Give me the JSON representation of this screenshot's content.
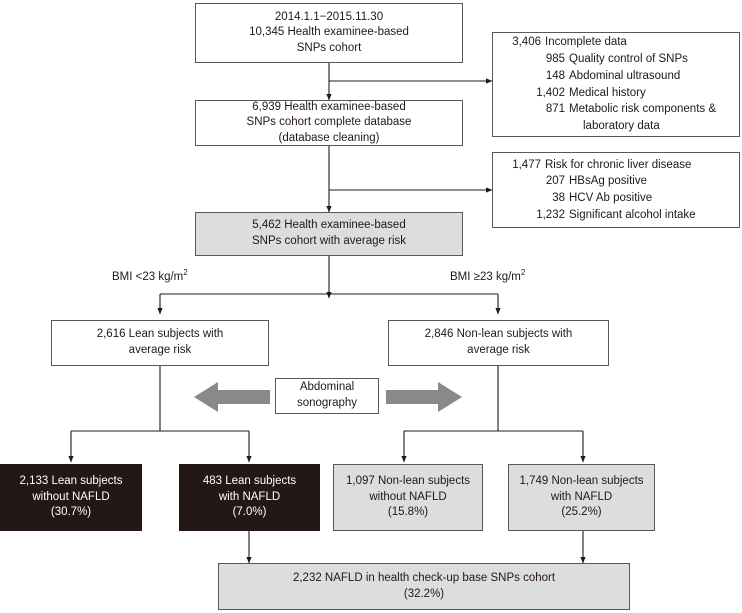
{
  "colors": {
    "dark_box": "#231815",
    "gray_box": "#dcdddd",
    "line": "#595757",
    "arrow_block": "#888888",
    "text": "#231815",
    "text_inverse": "#ffffff",
    "background": "#ffffff"
  },
  "chart_data": {
    "type": "diagram",
    "title": "Study population flow diagram",
    "nodes": [
      {
        "id": "cohort",
        "label": "2014.1.1−2015.11.30 / 10,345 Health examinee-based SNPs cohort",
        "count": 10345,
        "style": "white"
      },
      {
        "id": "complete",
        "label": "6,939 Health examinee-based SNPs cohort complete database (database cleaning)",
        "count": 6939,
        "style": "white"
      },
      {
        "id": "average",
        "label": "5,462 Health examinee-based SNPs cohort with average risk",
        "count": 5462,
        "style": "gray"
      },
      {
        "id": "lean",
        "label": "2,616 Lean subjects with average risk",
        "count": 2616,
        "style": "white"
      },
      {
        "id": "nonlean",
        "label": "2,846 Non-lean subjects with average risk",
        "count": 2846,
        "style": "white"
      },
      {
        "id": "lean_no_nafld",
        "label": "2,133 Lean subjects without NAFLD (30.7%)",
        "count": 2133,
        "percent": 30.7,
        "style": "dark"
      },
      {
        "id": "lean_nafld",
        "label": "483 Lean subjects with NAFLD (7.0%)",
        "count": 483,
        "percent": 7.0,
        "style": "dark"
      },
      {
        "id": "nonlean_no_nafld",
        "label": "1,097 Non-lean subjects without NAFLD (15.8%)",
        "count": 1097,
        "percent": 15.8,
        "style": "gray"
      },
      {
        "id": "nonlean_nafld",
        "label": "1,749 Non-lean subjects with NAFLD (25.2%)",
        "count": 1749,
        "percent": 25.2,
        "style": "gray"
      },
      {
        "id": "total_nafld",
        "label": "2,232 NAFLD in health check-up base SNPs cohort (32.2%)",
        "count": 2232,
        "percent": 32.2,
        "style": "gray"
      }
    ],
    "exclusions": [
      {
        "total": 3406,
        "reason": "Incomplete data",
        "items": [
          {
            "n": 985,
            "reason": "Quality control of SNPs"
          },
          {
            "n": 148,
            "reason": "Abdominal ultrasound"
          },
          {
            "n": 1402,
            "reason": "Medical history"
          },
          {
            "n": 871,
            "reason": "Metabolic risk components & laboratory data"
          }
        ]
      },
      {
        "total": 1477,
        "reason": "Risk for chronic liver disease",
        "items": [
          {
            "n": 207,
            "reason": "HBsAg positive"
          },
          {
            "n": 38,
            "reason": "HCV Ab positive"
          },
          {
            "n": 1232,
            "reason": "Significant alcohol intake"
          }
        ]
      }
    ],
    "split_criteria": [
      "BMI <23 kg/m2",
      "BMI ≥23 kg/m2"
    ],
    "method_label": "Abdominal sonography"
  },
  "nodes": {
    "cohort": {
      "line1": "2014.1.1−2015.11.30",
      "line2": "10,345 Health examinee-based",
      "line3": "SNPs cohort"
    },
    "complete": {
      "line1": "6,939 Health examinee-based",
      "line2": "SNPs cohort complete database",
      "line3": "(database cleaning)"
    },
    "average": {
      "line1": "5,462 Health examinee-based",
      "line2": "SNPs cohort with average risk"
    },
    "lean": {
      "line1": "2,616 Lean subjects with",
      "line2": "average risk"
    },
    "nonlean": {
      "line1": "2,846 Non-lean subjects with",
      "line2": "average risk"
    },
    "sonography": {
      "line1": "Abdominal",
      "line2": "sonography"
    },
    "lean_no_nafld": {
      "line1": "2,133 Lean subjects",
      "line2": "without NAFLD",
      "line3": "(30.7%)"
    },
    "lean_nafld": {
      "line1": "483 Lean subjects",
      "line2": "with NAFLD",
      "line3": "(7.0%)"
    },
    "nonlean_no_nafld": {
      "line1": "1,097 Non-lean subjects",
      "line2": "without NAFLD",
      "line3": "(15.8%)"
    },
    "nonlean_nafld": {
      "line1": "1,749 Non-lean subjects",
      "line2": "with NAFLD",
      "line3": "(25.2%)"
    },
    "total_nafld": {
      "line1": "2,232 NAFLD in health check-up base SNPs cohort",
      "line2": "(32.2%)"
    }
  },
  "exclusion1": {
    "r0_num": "3,406",
    "r0_txt": "Incomplete data",
    "r1_num": "985",
    "r1_txt": "Quality control of SNPs",
    "r2_num": "148",
    "r2_txt": "Abdominal ultrasound",
    "r3_num": "1,402",
    "r3_txt": "Medical history",
    "r4_num": "871",
    "r4_txt": "Metabolic risk components &",
    "r4_cont": "laboratory data"
  },
  "exclusion2": {
    "r0_num": "1,477",
    "r0_txt": "Risk for chronic liver disease",
    "r1_num": "207",
    "r1_txt": "HBsAg positive",
    "r2_num": "38",
    "r2_txt": "HCV Ab positive",
    "r3_num": "1,232",
    "r3_txt": "Significant alcohol intake"
  },
  "bmi": {
    "left_prefix": "BMI <23 kg/m",
    "left_sup": "2",
    "right_prefix": "BMI ≥23 kg/m",
    "right_sup": "2"
  }
}
